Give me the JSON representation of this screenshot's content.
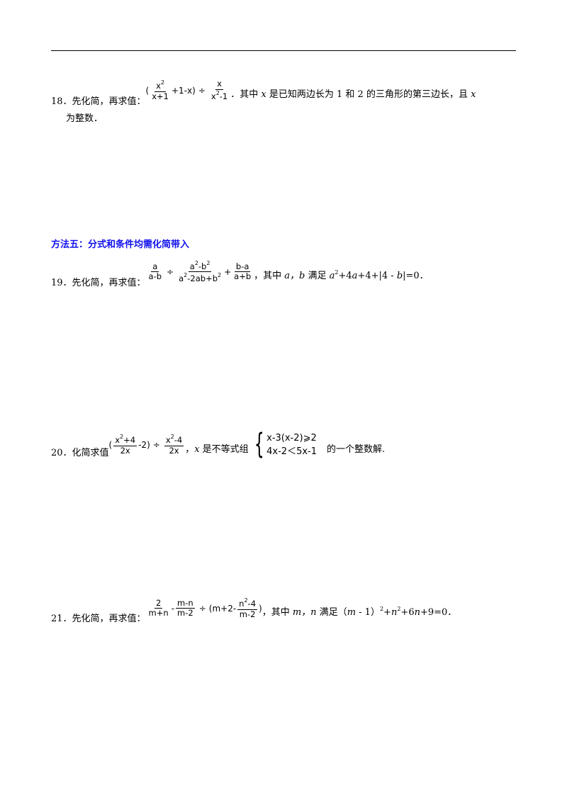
{
  "problems": {
    "p18": {
      "prefix": "18．先化简，再求值：",
      "lparen": "(",
      "f1_num": "x",
      "f1_num_exp": "2",
      "f1_den": "x+1",
      "mid": "+1-x",
      "rparen": ")",
      "div": "÷",
      "f2_num": "x",
      "f2_den_base": "x",
      "f2_den_exp": "2",
      "f2_den_rest": "-1",
      "suffix_a": "．其中 ",
      "var": "x",
      "suffix_b": " 是已知两边长为 1 和 2 的三角形的第三边长，且 ",
      "var2": "x",
      "line2": "为整数．"
    },
    "heading": "方法五：分式和条件均需化简带入",
    "p19": {
      "prefix": "19．先化简，再求值：",
      "f1_num": "a",
      "f1_den": "a-b",
      "div": "÷",
      "f2_num_a": "a",
      "f2_num_a_exp": "2",
      "f2_num_mid": "-b",
      "f2_num_b_exp": "2",
      "f2_den_a": "a",
      "f2_den_a_exp": "2",
      "f2_den_mid": "-2ab+b",
      "f2_den_b_exp": "2",
      "plus": "+",
      "f3_num": "b-a",
      "f3_den": "a+b",
      "cond_a": "，其中 ",
      "cond_vars": "a，b",
      "cond_b": " 满足 ",
      "cond_expr_a": "a",
      "cond_expr_exp": "2",
      "cond_expr_rest": "+4",
      "cond_expr_a2": "a",
      "cond_expr_tail": "+4+|4 - ",
      "cond_expr_b": "b",
      "cond_expr_end": "|=0．"
    },
    "p20": {
      "prefix": "20．化简求值",
      "lparen": "(",
      "f1_num_base": "x",
      "f1_num_exp": "2",
      "f1_num_rest": "+4",
      "f1_den": "2x",
      "mid": "-2",
      "rparen": ")",
      "div": "÷",
      "f2_num_base": "x",
      "f2_num_exp": "2",
      "f2_num_rest": "-4",
      "f2_den": "2x",
      "cond_a": "，",
      "var": "x",
      "cond_b": " 是不等式组",
      "ineq1": "x-3(x-2)⩾2",
      "ineq2": "4x-2＜5x-1",
      "suffix": "的一个整数解."
    },
    "p21": {
      "prefix": "21．先化简，再求值：",
      "f1_num": "2",
      "f1_den": "m+n",
      "minus": "-",
      "f2_num": "m-n",
      "f2_den": "m-2",
      "div": "÷",
      "lparen": "(m+2-",
      "f3_num_base": "n",
      "f3_num_exp": "2",
      "f3_num_rest": "-4",
      "f3_den": "m-2",
      "rparen": ")",
      "cond_a": "，其中 ",
      "cond_vars": "m，n",
      "cond_b": " 满足（",
      "cond_m": "m",
      "cond_c": " - 1）",
      "cond_exp": "2",
      "cond_d": "+",
      "cond_n": "n",
      "cond_exp2": "2",
      "cond_e": "+6",
      "cond_n2": "n",
      "cond_f": "+9=0．"
    }
  }
}
